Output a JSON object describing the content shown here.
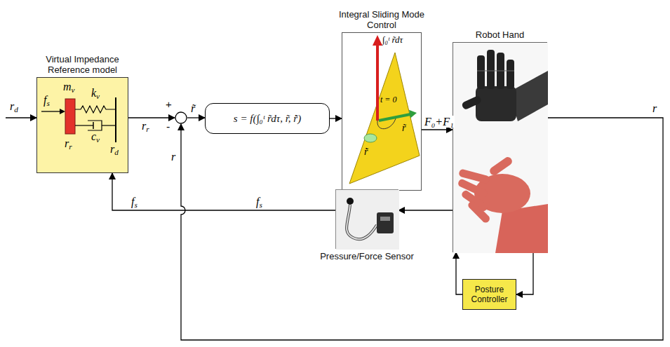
{
  "diagram": {
    "nodes": [
      {
        "text": [
          "Virtual Impedance Reference model"
        ]
      },
      {
        "text": [
          "+",
          "-"
        ]
      },
      {
        "text": [
          "s = f(∫₀ᵗ r̃dτ, r̃, r̃̇)"
        ]
      },
      {
        "text": [
          "Integral Sliding Mode Control"
        ]
      },
      {
        "text": [
          "Robot Hand"
        ]
      },
      {
        "text": [
          "Pressure/Force Sensor"
        ]
      },
      {
        "text": [
          "Posture Controller"
        ]
      }
    ],
    "edges": [
      {
        "from": 0,
        "to": 1,
        "arrow": "to",
        "label": "rr"
      },
      {
        "from": 1,
        "to": 2,
        "arrow": "to",
        "label": "r̃"
      },
      {
        "from": 2,
        "to": 3,
        "arrow": "to"
      },
      {
        "from": 3,
        "to": 4,
        "arrow": "to",
        "label": "F₀+F₁"
      },
      {
        "from": 4,
        "to": 1,
        "arrow": "to",
        "label": "r"
      },
      {
        "from": 4,
        "to": 5,
        "arrow": "to"
      },
      {
        "from": 5,
        "to": 0,
        "arrow": "to",
        "label": "fs"
      },
      {
        "from": 4,
        "to": 6,
        "arrow": "to"
      },
      {
        "from": 6,
        "to": 4,
        "arrow": "to"
      }
    ],
    "labels": [
      "rd",
      "fs",
      "mv",
      "kv",
      "cv",
      "rr",
      "rd",
      "∫₀ᵗ r̃dτ",
      "t = 0",
      "r̃̇",
      "r̃",
      "r",
      "fs"
    ]
  }
}
